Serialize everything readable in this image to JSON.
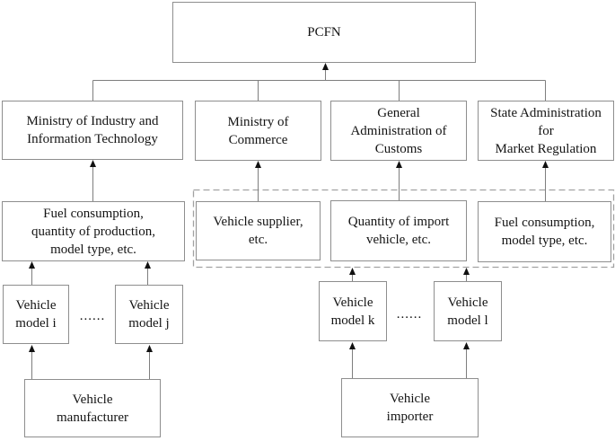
{
  "colors": {
    "background": "#ffffff",
    "box_border": "#8e8e8e",
    "dashed_border": "#a2a2a2",
    "connector_line": "#7e7e7e",
    "arrowhead": "#111111",
    "text": "#141414"
  },
  "boxes": {
    "pcfn": {
      "lines": [
        "PCFN"
      ]
    },
    "miit": {
      "lines": [
        "Ministry of Industry and",
        "Information Technology"
      ]
    },
    "commerce": {
      "lines": [
        "Ministry of",
        "Commerce"
      ]
    },
    "customs": {
      "lines": [
        "General",
        "Administration of",
        "Customs"
      ]
    },
    "samr": {
      "lines": [
        "State Administration",
        "for",
        "Market Regulation"
      ]
    },
    "fuel_production": {
      "lines": [
        "Fuel consumption,",
        "quantity of production,",
        "model type, etc."
      ]
    },
    "vehicle_supplier": {
      "lines": [
        "Vehicle supplier,",
        "etc."
      ]
    },
    "import_quantity": {
      "lines": [
        "Quantity of import",
        "vehicle, etc."
      ]
    },
    "fuel_model_type": {
      "lines": [
        "Fuel consumption,",
        "model type, etc."
      ]
    },
    "model_i": {
      "lines": [
        "Vehicle",
        "model i"
      ]
    },
    "model_j": {
      "lines": [
        "Vehicle",
        "model j"
      ]
    },
    "model_k": {
      "lines": [
        "Vehicle",
        "model k"
      ]
    },
    "model_l": {
      "lines": [
        "Vehicle",
        "model l"
      ]
    },
    "manufacturer": {
      "lines": [
        "Vehicle",
        "manufacturer"
      ]
    },
    "importer": {
      "lines": [
        "Vehicle",
        "importer"
      ]
    }
  },
  "ellipsis": {
    "left": "......",
    "right": "......"
  }
}
